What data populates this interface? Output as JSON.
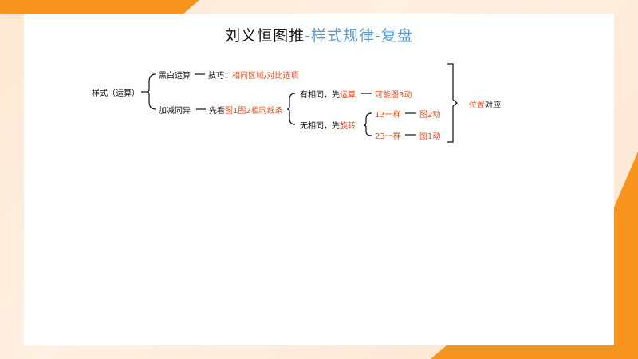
{
  "title": {
    "main": "刘义恒图推",
    "sub": "-样式规律-复盘"
  },
  "diagram": {
    "root": "样式（运算）",
    "branch1": {
      "label": "黑白运算",
      "tip_prefix": "技巧：",
      "tip_highlight": "相同区域/对比选项"
    },
    "branch2": {
      "label": "加减同异",
      "step_prefix": "先看",
      "step_highlight": "图1图2相同线条",
      "case_same": {
        "prefix": "有相同，先",
        "highlight": "运算",
        "result": "可能图3动"
      },
      "case_diff": {
        "prefix": "无相同，先",
        "highlight": "旋转",
        "sub1": {
          "label": "13一样",
          "result": "图2动"
        },
        "sub2": {
          "label": "23一样",
          "result": "图1动"
        }
      }
    },
    "conclusion": {
      "highlight": "位置",
      "suffix": "对应"
    }
  },
  "colors": {
    "accent": "#f04e23",
    "subtitle": "#5b9bd5",
    "background_orange": "#f7941d"
  }
}
